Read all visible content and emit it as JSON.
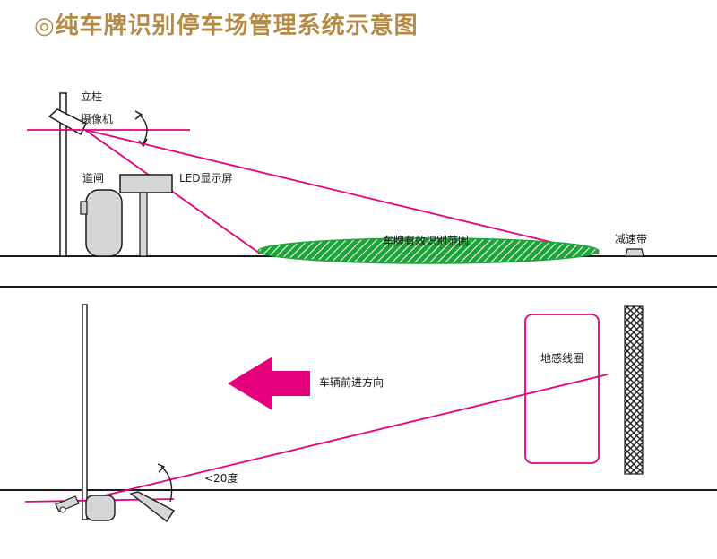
{
  "title": "◎纯车牌识别停车场管理系统示意图",
  "labels": {
    "pillar": "立柱",
    "camera": "摄像机",
    "gate": "道闸",
    "led": "LED显示屏",
    "recognition_range": "车牌有效识别范围",
    "speed_bump": "减速带",
    "ground_loop": "地感线圈",
    "vehicle_direction": "车辆前进方向",
    "angle": "<20度"
  },
  "colors": {
    "title": "#b58a46",
    "beam": "#e5007e",
    "range_fill": "#1fa33a",
    "line": "#1a1a1a",
    "device_fill": "#d6d6d6",
    "ground_loop_border": "#e5007e"
  },
  "icons": [
    "camera-icon",
    "gate-icon",
    "led-screen-icon",
    "speed-bump-icon",
    "arrow-left-icon",
    "rotation-arc-icon"
  ]
}
